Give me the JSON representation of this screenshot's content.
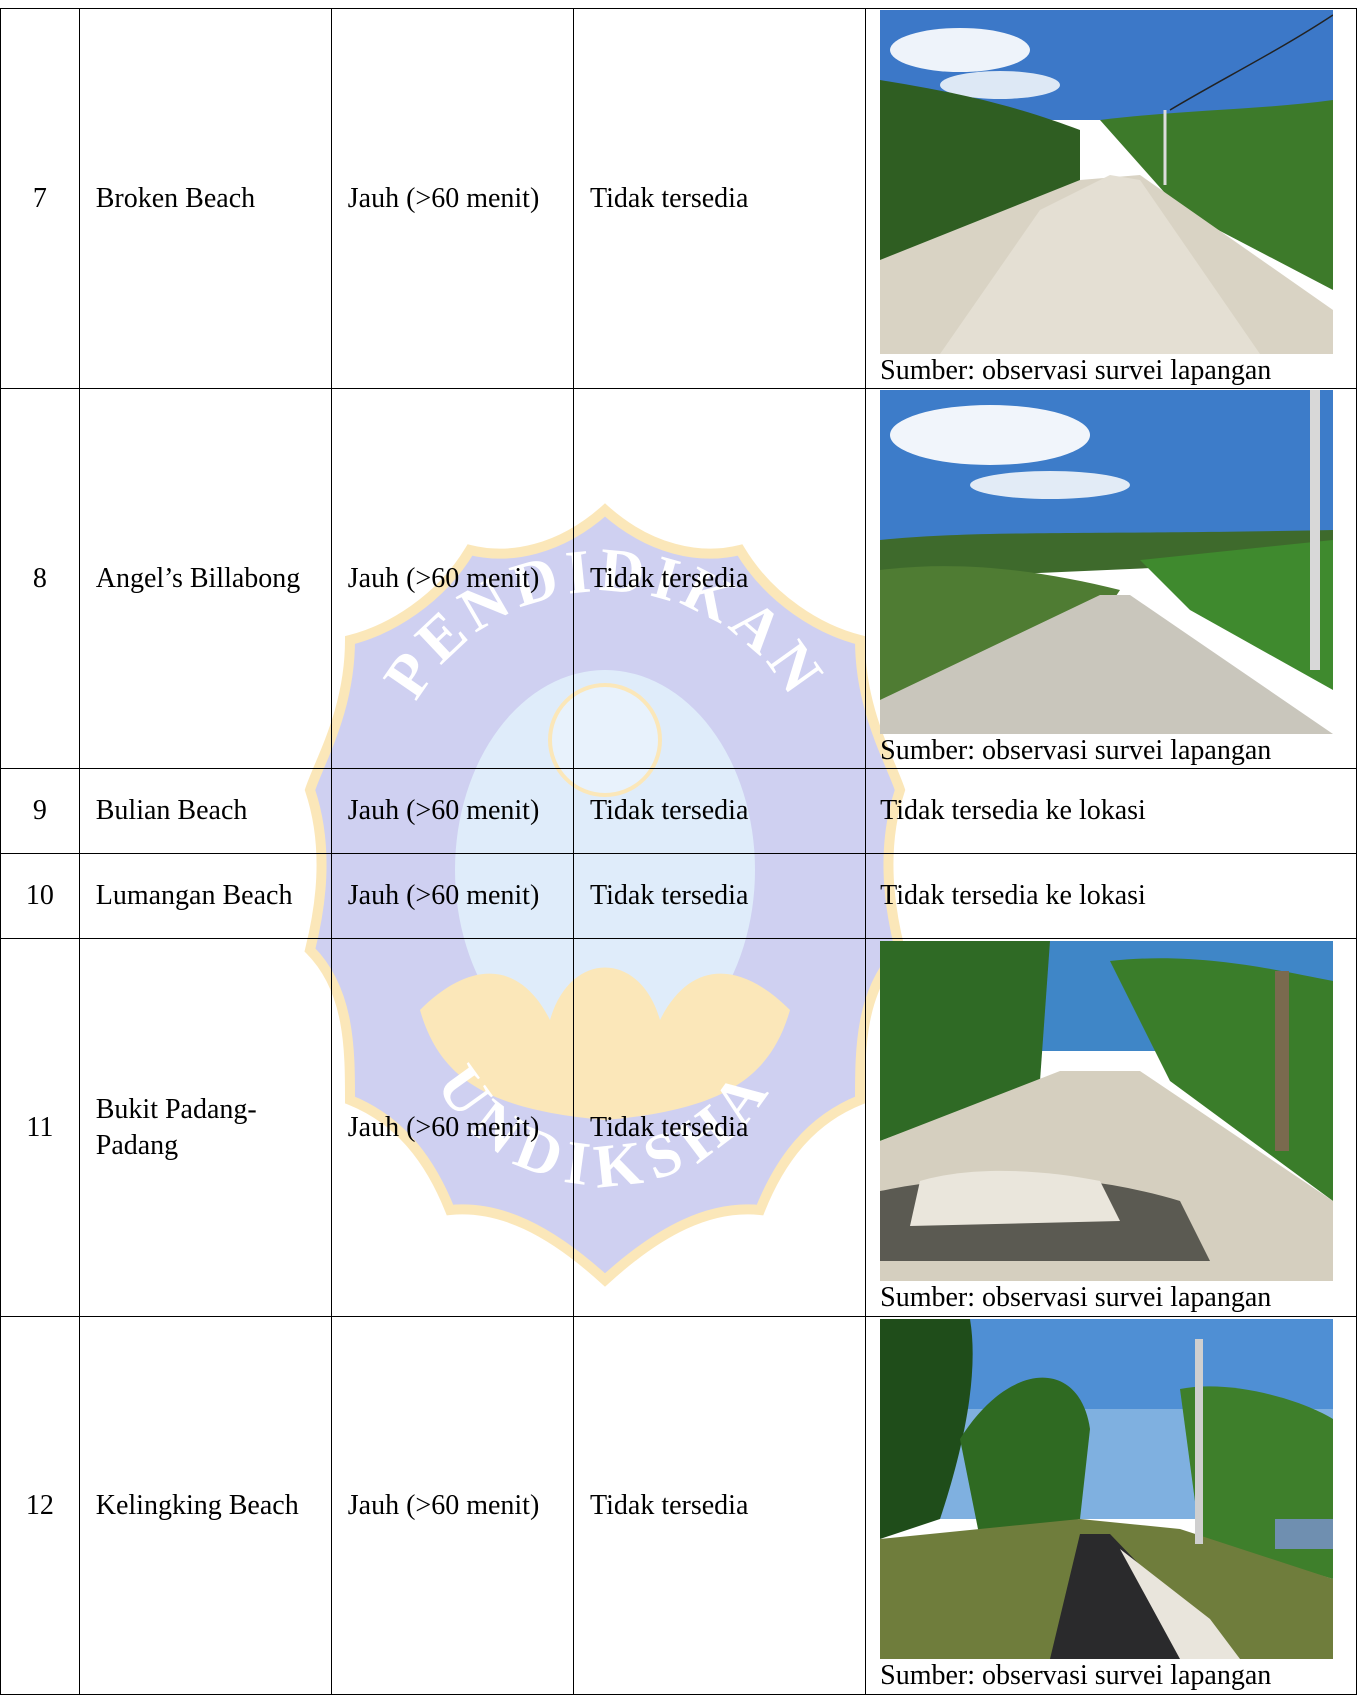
{
  "rows": [
    {
      "no": "7",
      "name": "Broken Beach",
      "distance": "Jauh (>60 menit)",
      "transport": "Tidak tersedia",
      "road": {
        "type": "photo",
        "caption": "Sumber: observasi survei lapangan"
      }
    },
    {
      "no": "8",
      "name": "Angel’s Billabong",
      "distance": "Jauh (>60 menit)",
      "transport": "Tidak tersedia",
      "road": {
        "type": "photo",
        "caption": "Sumber: observasi survei lapangan"
      }
    },
    {
      "no": "9",
      "name": "Bulian Beach",
      "distance": "Jauh (>60 menit)",
      "transport": "Tidak tersedia",
      "road": {
        "type": "text",
        "text": "Tidak tersedia ke lokasi"
      }
    },
    {
      "no": "10",
      "name": "Lumangan Beach",
      "distance": "Jauh (>60 menit)",
      "transport": "Tidak tersedia",
      "road": {
        "type": "text",
        "text": "Tidak tersedia ke lokasi"
      }
    },
    {
      "no": "11",
      "name": "Bukit Padang-Padang",
      "distance": "Jauh (>60 menit)",
      "transport": "Tidak tersedia",
      "road": {
        "type": "photo",
        "caption": "Sumber: observasi survei lapangan"
      }
    },
    {
      "no": "12",
      "name": "Kelingking Beach",
      "distance": "Jauh (>60 menit)",
      "transport": "Tidak tersedia",
      "road": {
        "type": "photo",
        "caption": "Sumber: observasi survei lapangan"
      }
    }
  ],
  "watermark": {
    "top_text": "PENDIDIKAN",
    "bottom_text": "UNDIKSHA",
    "colors": {
      "flower": "#6b6fd6",
      "gold": "#f4b62a",
      "light": "#9ec7f2"
    }
  }
}
